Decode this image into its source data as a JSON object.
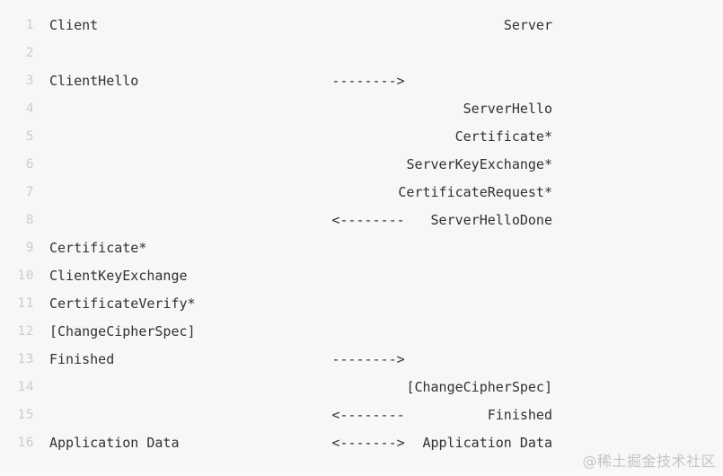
{
  "code_block": {
    "language_hint": "text",
    "background_color": "#f7f7f8",
    "text_color": "#2f3136",
    "line_number_color": "#c9ccd2",
    "first_line_number": 1,
    "total_lines": 16,
    "lines": [
      {
        "num": "1",
        "client": "Client",
        "arrow": "",
        "server": "Server"
      },
      {
        "num": "2",
        "client": "",
        "arrow": "",
        "server": ""
      },
      {
        "num": "3",
        "client": "ClientHello",
        "arrow": "-------->",
        "server": ""
      },
      {
        "num": "4",
        "client": "",
        "arrow": "",
        "server": "ServerHello"
      },
      {
        "num": "5",
        "client": "",
        "arrow": "",
        "server": "Certificate*"
      },
      {
        "num": "6",
        "client": "",
        "arrow": "",
        "server": "ServerKeyExchange*"
      },
      {
        "num": "7",
        "client": "",
        "arrow": "",
        "server": "CertificateRequest*"
      },
      {
        "num": "8",
        "client": "",
        "arrow": "<--------",
        "server": "ServerHelloDone"
      },
      {
        "num": "9",
        "client": "Certificate*",
        "arrow": "",
        "server": ""
      },
      {
        "num": "10",
        "client": "ClientKeyExchange",
        "arrow": "",
        "server": ""
      },
      {
        "num": "11",
        "client": "CertificateVerify*",
        "arrow": "",
        "server": ""
      },
      {
        "num": "12",
        "client": "[ChangeCipherSpec]",
        "arrow": "",
        "server": ""
      },
      {
        "num": "13",
        "client": "Finished",
        "arrow": "-------->",
        "server": ""
      },
      {
        "num": "14",
        "client": "",
        "arrow": "",
        "server": "[ChangeCipherSpec]"
      },
      {
        "num": "15",
        "client": "",
        "arrow": "<--------",
        "server": "Finished"
      },
      {
        "num": "16",
        "client": "Application Data",
        "arrow": "<------->",
        "server": "Application Data"
      }
    ]
  },
  "watermark": {
    "text": "@稀土掘金技术社区",
    "color": "#c2c4c9"
  }
}
